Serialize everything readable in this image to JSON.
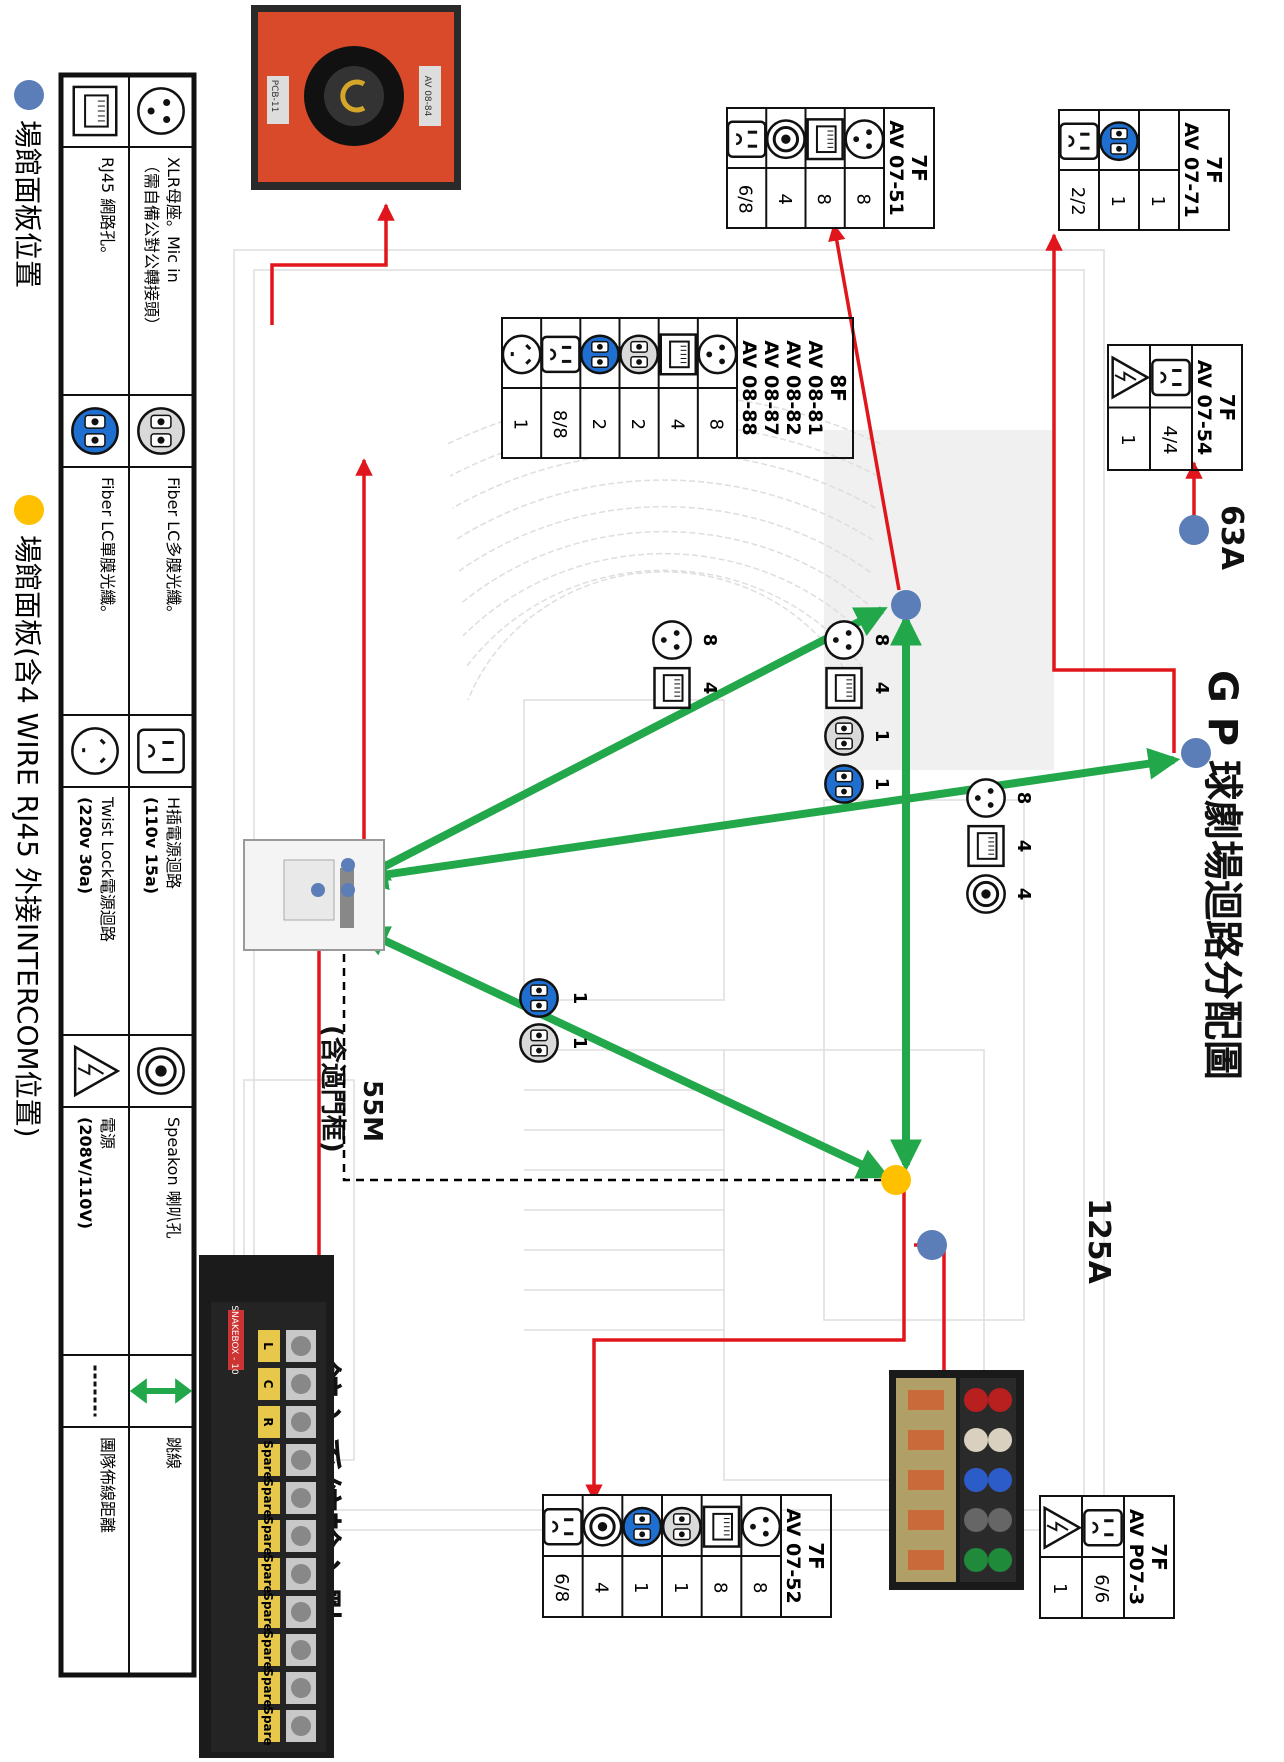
{
  "title": "G P 球劇場迴路分配圖",
  "input_point_label": "館內系統輸入點",
  "power_labels": {
    "a63": "63A",
    "a125": "125A"
  },
  "distance_label": "55M",
  "distance_note": "(含過門框)",
  "panel_photo_text": {
    "left": "PCB-11",
    "right": "AV 08-84"
  },
  "patch_box_label": "SNAKEBOX - 10",
  "patch_channel_tags": [
    "L",
    "C",
    "R",
    "Spare",
    "Spare",
    "Spare",
    "Spare",
    "Spare",
    "Spare",
    "Spare",
    "Spare"
  ],
  "panels": {
    "p7171": {
      "floor": "7F",
      "ids": [
        "AV 07-71"
      ],
      "rows": [
        {
          "icon": "xlr-multimode",
          "count": "1"
        },
        {
          "icon": "fiber-single",
          "count": "1"
        },
        {
          "icon": "outlet",
          "count": "2/2"
        }
      ]
    },
    "p7151": {
      "floor": "7F",
      "ids": [
        "AV 07-51"
      ],
      "rows": [
        {
          "icon": "xlr",
          "count": "8"
        },
        {
          "icon": "rj45",
          "count": "8"
        },
        {
          "icon": "speakon",
          "count": "4"
        },
        {
          "icon": "outlet",
          "count": "6/8"
        }
      ]
    },
    "p7154": {
      "floor": "7F",
      "ids": [
        "AV 07-54"
      ],
      "rows": [
        {
          "icon": "outlet",
          "count": "4/4"
        },
        {
          "icon": "power",
          "count": "1"
        }
      ]
    },
    "p8f": {
      "floor": "8F",
      "ids": [
        "AV 08-81",
        "AV 08-82",
        "AV 08-87",
        "AV 08-88"
      ],
      "rows": [
        {
          "icon": "xlr",
          "count": "8"
        },
        {
          "icon": "rj45",
          "count": "4"
        },
        {
          "icon": "fiber-multi",
          "count": "2"
        },
        {
          "icon": "fiber-single",
          "count": "2"
        },
        {
          "icon": "outlet",
          "count": "8/8"
        },
        {
          "icon": "twistlock",
          "count": "1"
        }
      ]
    },
    "p7152": {
      "floor": "7F",
      "ids": [
        "AV 07-52"
      ],
      "rows": [
        {
          "icon": "xlr",
          "count": "8"
        },
        {
          "icon": "rj45",
          "count": "8"
        },
        {
          "icon": "fiber-multi",
          "count": "1"
        },
        {
          "icon": "fiber-single",
          "count": "1"
        },
        {
          "icon": "speakon",
          "count": "4"
        },
        {
          "icon": "outlet",
          "count": "6/8"
        }
      ]
    },
    "pP073": {
      "floor": "7F",
      "ids": [
        "AV P07-3"
      ],
      "rows": [
        {
          "icon": "outlet",
          "count": "6/6"
        },
        {
          "icon": "power",
          "count": "1"
        }
      ]
    }
  },
  "link_groups": {
    "g1": [
      {
        "icon": "xlr",
        "count": "8"
      },
      {
        "icon": "rj45",
        "count": "4"
      }
    ],
    "g2": [
      {
        "icon": "fiber-multi",
        "count": "1"
      },
      {
        "icon": "fiber-single",
        "count": "1"
      }
    ],
    "g3": [
      {
        "icon": "xlr",
        "count": "8"
      },
      {
        "icon": "rj45",
        "count": "4"
      },
      {
        "icon": "speakon",
        "count": "4"
      }
    ],
    "g4": [
      {
        "icon": "xlr",
        "count": "8"
      },
      {
        "icon": "rj45",
        "count": "4"
      },
      {
        "icon": "fiber-multi",
        "count": "1"
      },
      {
        "icon": "fiber-single",
        "count": "1"
      }
    ]
  },
  "legend": {
    "items": [
      {
        "icon": "xlr",
        "lines": [
          "XLR母座。Mic in",
          "（需自備公對公轉接頭）"
        ]
      },
      {
        "icon": "fiber-multi",
        "lines": [
          "Fiber LC多膜光纖。"
        ]
      },
      {
        "icon": "outlet",
        "lines": [
          "H插電源迴路",
          "(110v 15a)"
        ]
      },
      {
        "icon": "speakon",
        "lines": [
          "Speakon 喇叭孔"
        ]
      },
      {
        "icon": "jumper",
        "lines": [
          "跳線"
        ]
      },
      {
        "icon": "rj45",
        "lines": [
          "RJ45 網路孔。"
        ]
      },
      {
        "icon": "fiber-single",
        "lines": [
          "Fiber LC單膜光纖。"
        ]
      },
      {
        "icon": "twistlock",
        "lines": [
          "Twist Lock電源迴路",
          "(220v 30a)"
        ]
      },
      {
        "icon": "power",
        "lines": [
          "電源",
          "(208V/110V)"
        ]
      },
      {
        "icon": "dashed",
        "lines": [
          "團隊佈線距離"
        ]
      }
    ],
    "dots": [
      {
        "color": "#5b7db8",
        "label": "場館面板位置"
      },
      {
        "color": "#ffc000",
        "label": "場館面板(含4 WIRE RJ45 外接INTERCOM位置)"
      }
    ]
  },
  "colors": {
    "red_arrow": "#e0161c",
    "green_arrow": "#22a84a",
    "blue_dot": "#5b7db8",
    "yellow_dot": "#ffc000"
  }
}
